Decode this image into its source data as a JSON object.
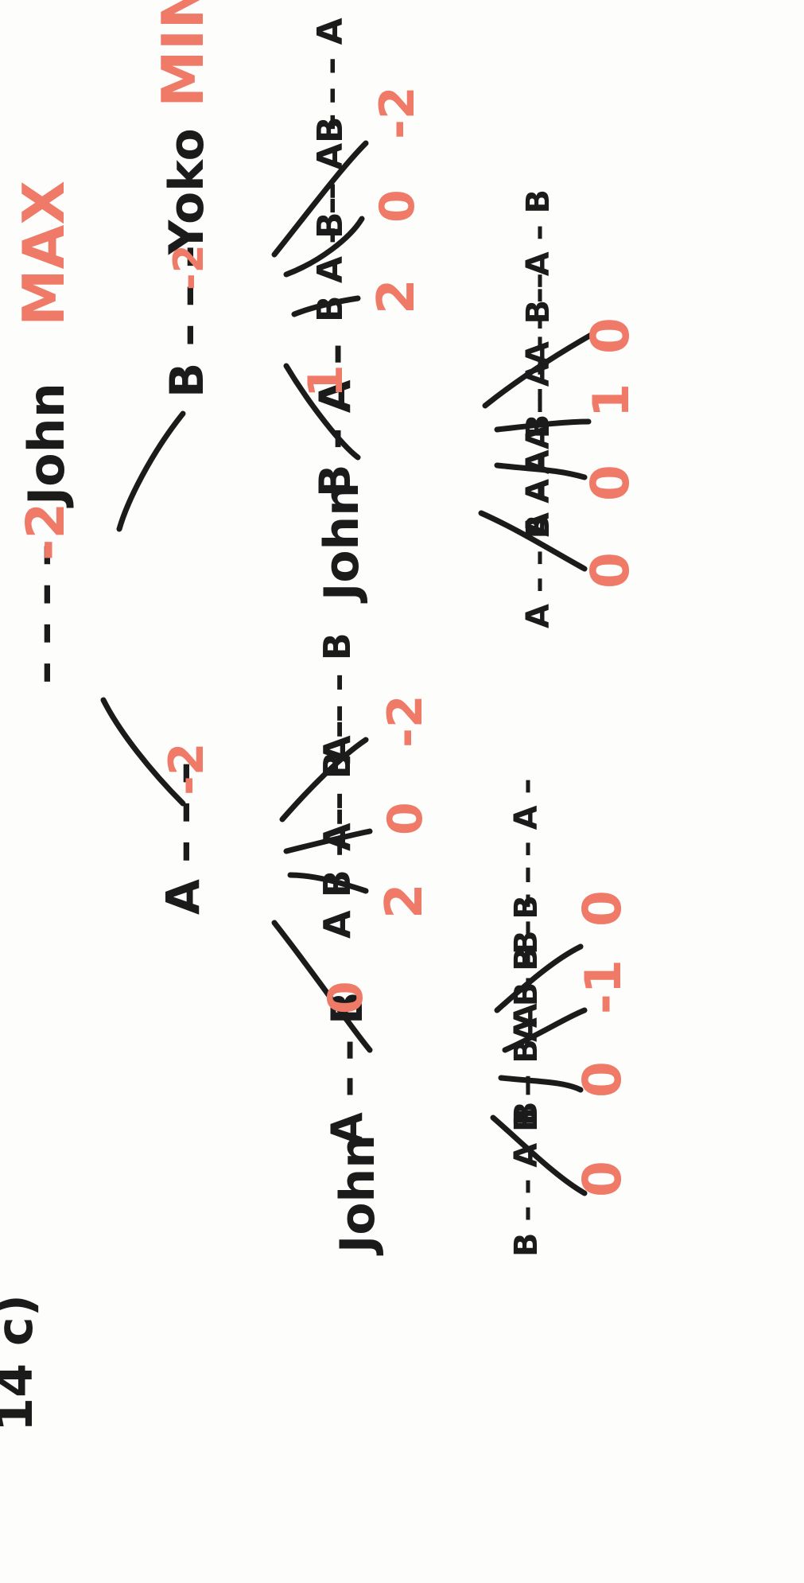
{
  "diagram": {
    "problem_label": "14 c)",
    "levels": {
      "max": "MAX",
      "min": "MIN"
    },
    "root": {
      "board": "– – – –",
      "value": "-2",
      "player": "John"
    },
    "nodes": {
      "a": {
        "board": "A – – –",
        "value": "-2"
      },
      "b": {
        "board": "B – – –",
        "value": "-2",
        "player": "Yoko"
      },
      "aj": {
        "board": "A – – B",
        "value": "0",
        "player": "John"
      },
      "bj": {
        "board": "B – A –",
        "value": "1",
        "player": "John"
      },
      "ab": {
        "board": "A B – –",
        "value": "2"
      },
      "abm": {
        "board": "A – B –",
        "value": "0"
      },
      "ab3": {
        "board": "A – – B",
        "value": "-2"
      },
      "ba": {
        "board": "B A – –",
        "value": "2"
      },
      "bam": {
        "board": "B – A –",
        "value": "0"
      },
      "ba3": {
        "board": "B – – A",
        "value": "-2"
      }
    },
    "leaves_left": [
      {
        "board": "B – – A B –",
        "value": "0"
      },
      {
        "board": "B – B A – –",
        "value": "0"
      },
      {
        "board": "A B B – – –",
        "value": "-1"
      },
      {
        "board": "B B – – A –",
        "value": "0"
      }
    ],
    "leaves_right": [
      {
        "board": "A – – B A –",
        "value": "0"
      },
      {
        "board": "A – A B – –",
        "value": "0"
      },
      {
        "board": "A – A – B –",
        "value": "1"
      },
      {
        "board": "A – – A – B",
        "value": "0"
      }
    ]
  }
}
